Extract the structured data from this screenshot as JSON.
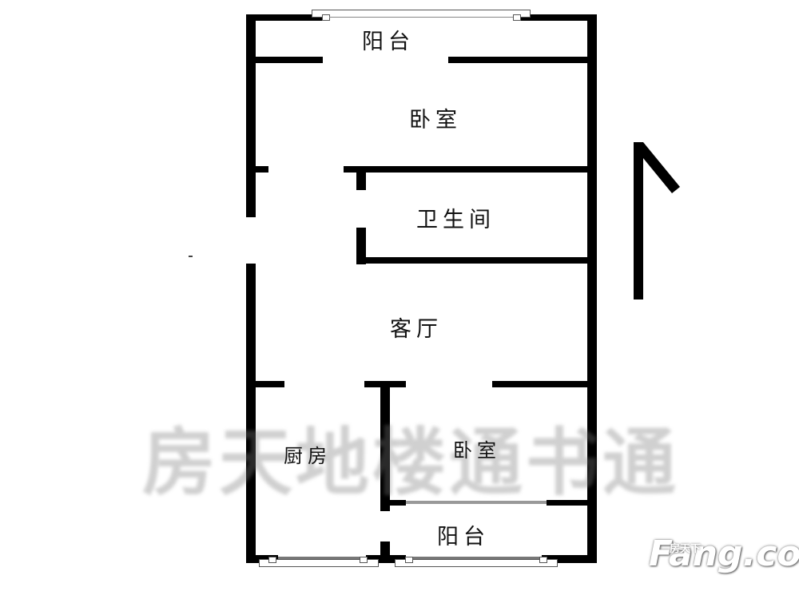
{
  "floorplan": {
    "rooms": [
      {
        "id": "balcony-top",
        "label": "阳台"
      },
      {
        "id": "bedroom-main",
        "label": "卧室"
      },
      {
        "id": "bathroom",
        "label": "卫生间"
      },
      {
        "id": "living-room",
        "label": "客厅"
      },
      {
        "id": "kitchen",
        "label": "厨房"
      },
      {
        "id": "bedroom-second",
        "label": "卧室"
      },
      {
        "id": "balcony-bottom",
        "label": "阳台"
      }
    ],
    "north_arrow": {
      "direction": "north"
    },
    "watermark": "房天地楼通书通",
    "logo": {
      "cn": "房天下",
      "en": "Fang.com"
    },
    "colors": {
      "wall": "#000000",
      "background": "#ffffff",
      "watermark": "#8a8a8a"
    }
  }
}
